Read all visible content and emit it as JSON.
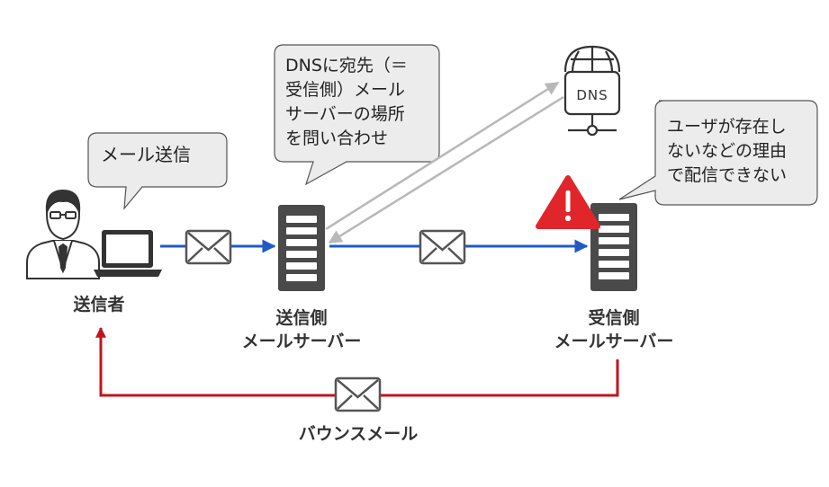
{
  "labels": {
    "sender": "送信者",
    "sender_server_line1": "送信側",
    "sender_server_line2": "メールサーバー",
    "receiver_server_line1": "受信側",
    "receiver_server_line2": "メールサーバー",
    "bounce": "バウンスメール"
  },
  "bubbles": {
    "send": [
      "メール送信"
    ],
    "dns_query": [
      "DNSに宛先（＝",
      "受信側）メール",
      "サーバーの場所",
      "を問い合わせ"
    ],
    "error": [
      "ユーザが存在し",
      "ないなどの理由",
      "で配信できない"
    ]
  },
  "dns_icon_text": "DNS",
  "colors": {
    "send_arrow": "#1f5bc4",
    "bounce_arrow": "#c0141b",
    "dns_arrow": "#b8b8b8",
    "bubble_fill": "#ececec",
    "server": "#4a4a4a",
    "warning": "#e0262a"
  }
}
